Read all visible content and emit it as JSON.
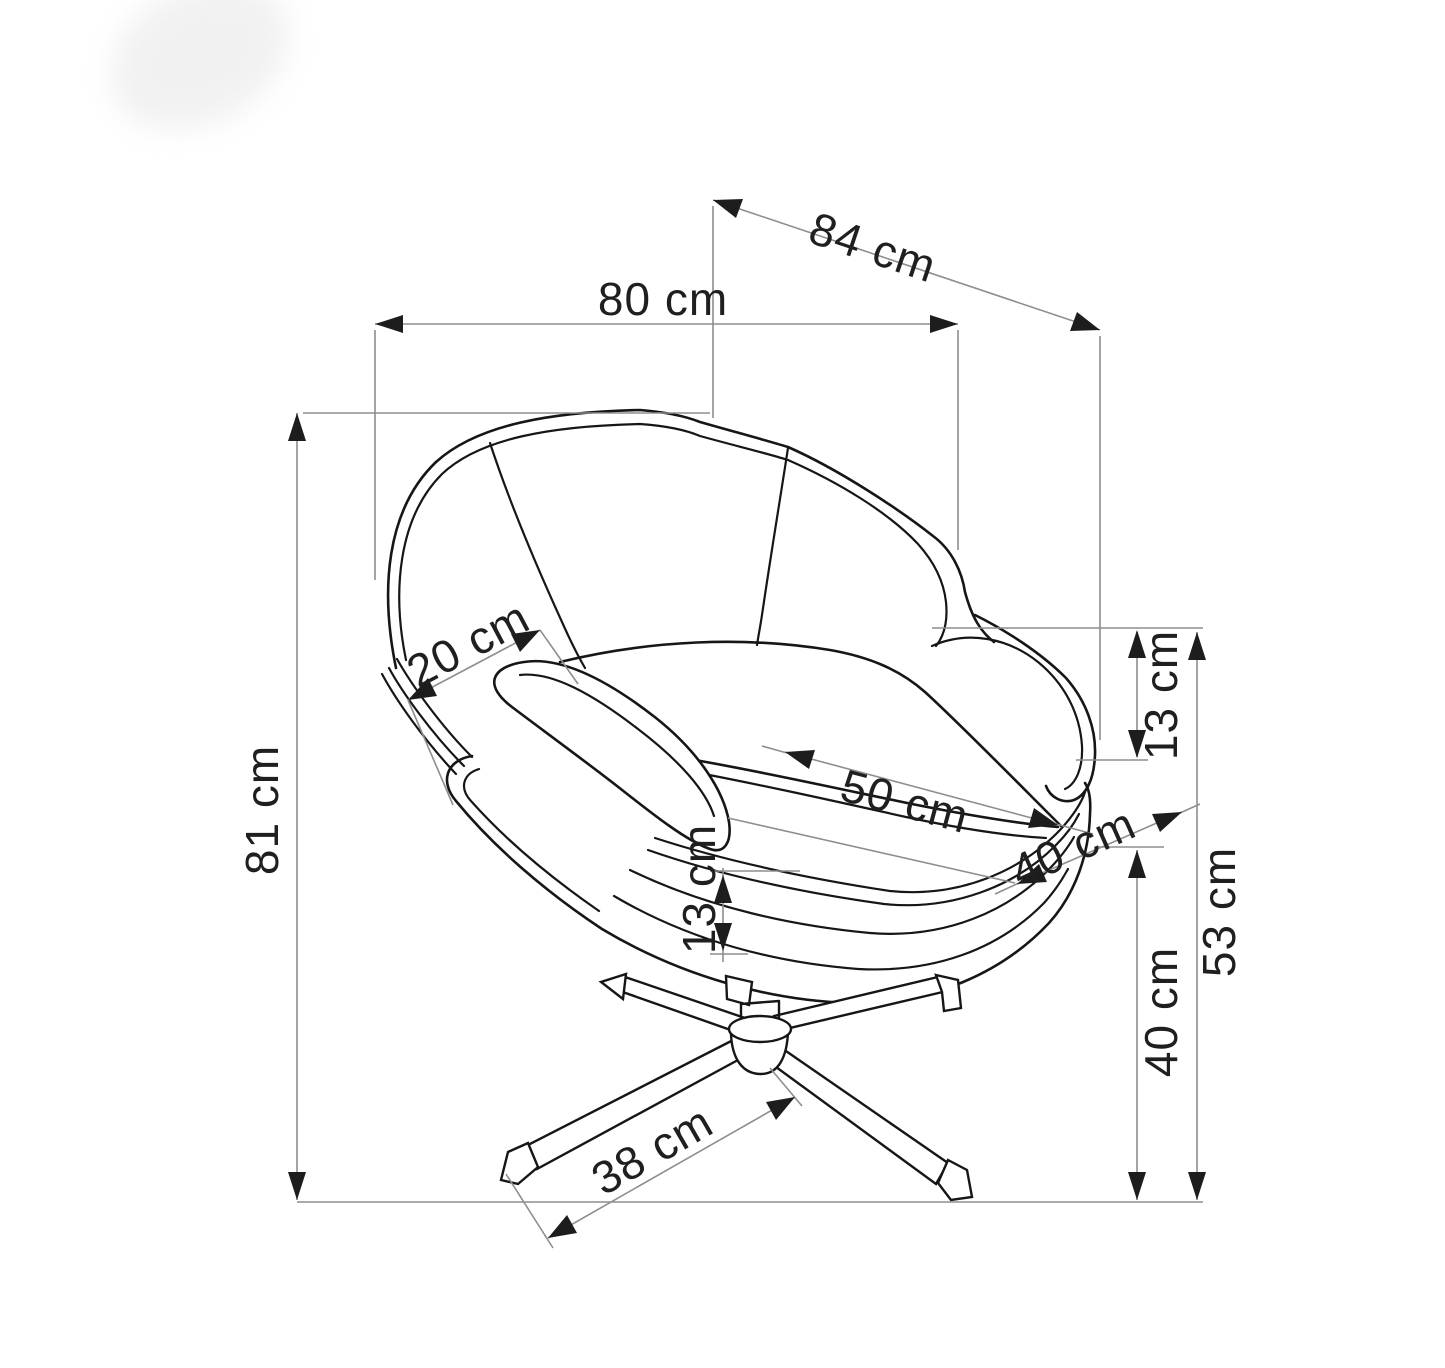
{
  "meta": {
    "description": "Technical dimension line drawing of a swivel shell armchair on a four-star base",
    "unit": "cm",
    "background_color": "#ffffff",
    "line_color": "#161616",
    "dimension_line_color": "#8e8e8e",
    "text_color": "#1f1f1f"
  },
  "dimensions": {
    "overall_depth": {
      "label": "84 cm",
      "value": 84
    },
    "overall_width": {
      "label": "80 cm",
      "value": 80
    },
    "overall_height": {
      "label": "81 cm",
      "value": 81
    },
    "armrest_bolster": {
      "label": "20 cm",
      "value": 20
    },
    "seat_width": {
      "label": "50 cm",
      "value": 50
    },
    "seat_depth": {
      "label": "40 cm",
      "value": 40
    },
    "shell_rim": {
      "label": "13 cm",
      "value": 13
    },
    "armrest_above_seat": {
      "label": "13 cm",
      "value": 13
    },
    "armrest_height": {
      "label": "53 cm",
      "value": 53
    },
    "seat_height": {
      "label": "40 cm",
      "value": 40
    },
    "base_leg_length": {
      "label": "38 cm",
      "value": 38
    }
  }
}
